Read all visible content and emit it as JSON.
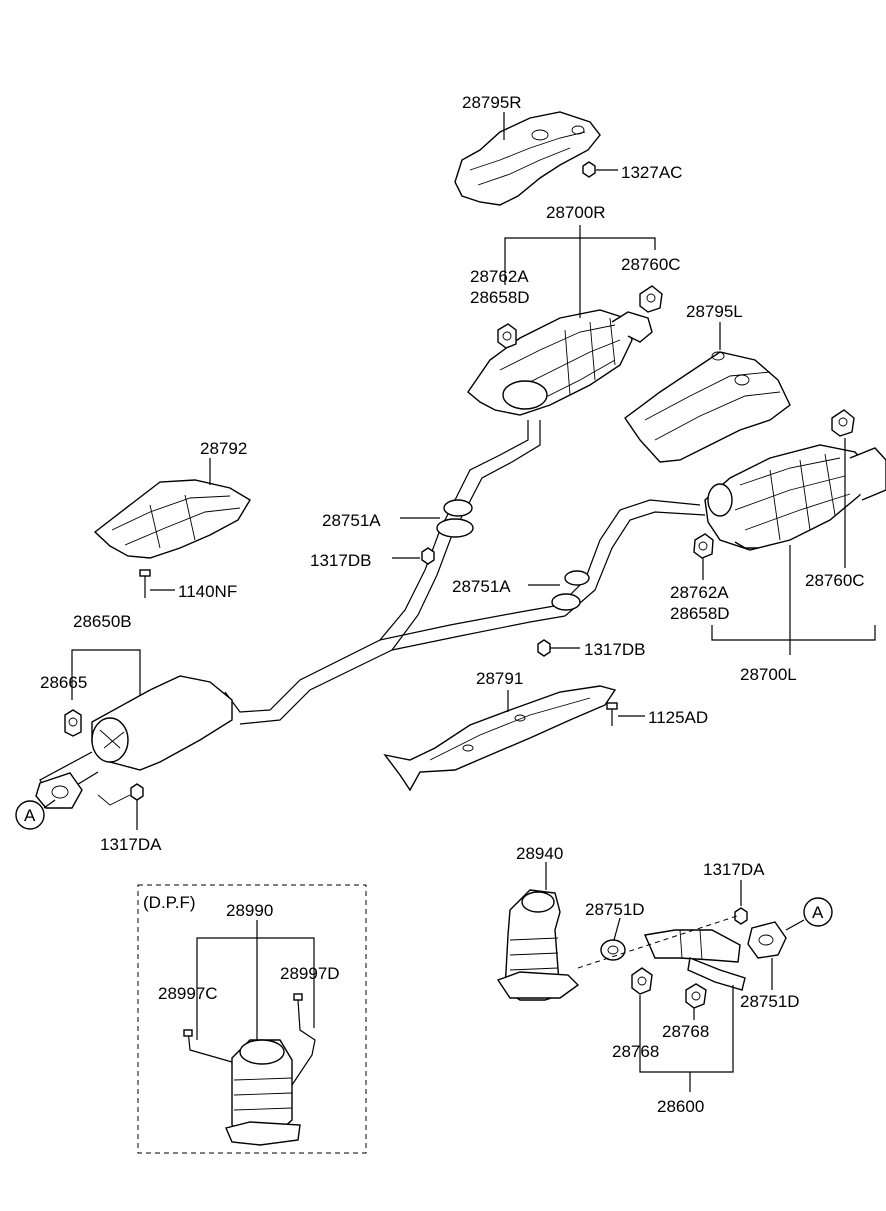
{
  "labels": {
    "p28795R": "28795R",
    "p1327AC": "1327AC",
    "p28700R": "28700R",
    "p28762A_r": "28762A",
    "p28658D_r": "28658D",
    "p28760C_r": "28760C",
    "p28795L": "28795L",
    "p28792": "28792",
    "p28751A_1": "28751A",
    "p1317DB_1": "1317DB",
    "p1140NF": "1140NF",
    "p28751A_2": "28751A",
    "p28762A_l": "28762A",
    "p28658D_l": "28658D",
    "p28760C_l": "28760C",
    "p28650B": "28650B",
    "p28665": "28665",
    "p1317DB_2": "1317DB",
    "p28700L": "28700L",
    "p28791": "28791",
    "p1125AD": "1125AD",
    "p1317DA_1": "1317DA",
    "p28940": "28940",
    "p1317DA_2": "1317DA",
    "dpf": "(D.P.F)",
    "p28990": "28990",
    "p28751D_1": "28751D",
    "p28997C": "28997C",
    "p28997D": "28997D",
    "p28751D_2": "28751D",
    "p28768_1": "28768",
    "p28768_2": "28768",
    "p28600": "28600",
    "ref_a_1": "A",
    "ref_a_2": "A"
  }
}
